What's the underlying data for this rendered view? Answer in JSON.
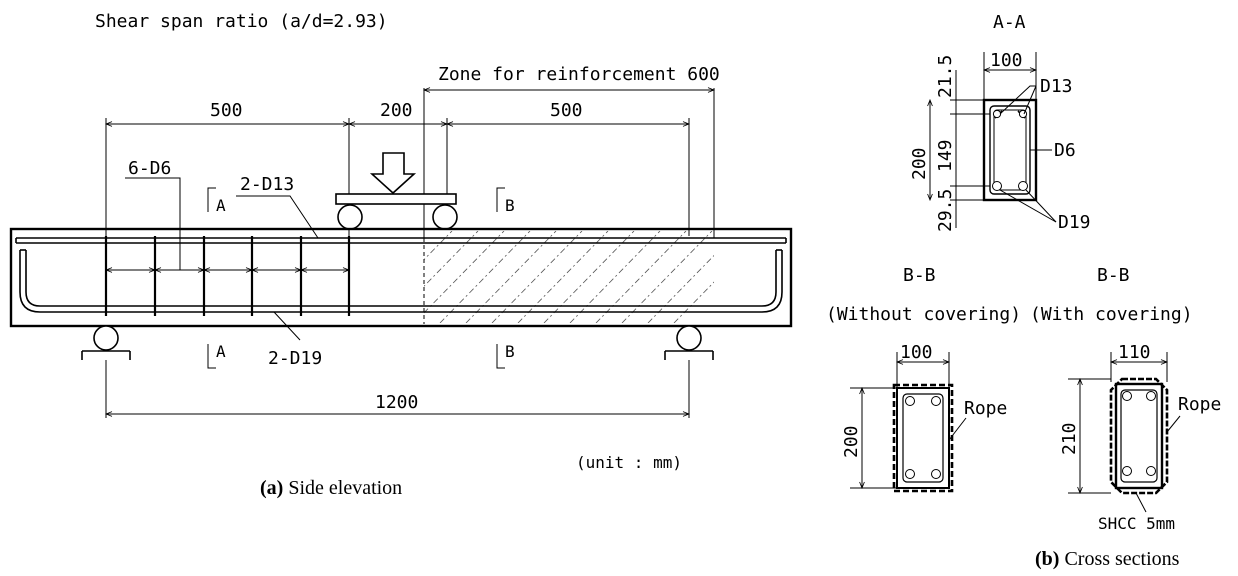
{
  "elevation": {
    "title": "Shear span ratio (a/d=2.93)",
    "zone_label": "Zone for reinforcement 600",
    "dim_500_left": "500",
    "dim_200": "200",
    "dim_500_right": "500",
    "dim_1200": "1200",
    "stirrup_label": "6-D6",
    "top_bar_label": "2-D13",
    "bottom_bar_label": "2-D19",
    "section_a_top": "A",
    "section_a_bottom": "A",
    "section_b_top": "B",
    "section_b_bottom": "B",
    "unit": "(unit : mm)",
    "caption_bold": "(a)",
    "caption_text": " Side elevation"
  },
  "section_aa": {
    "title": "A-A",
    "width": "100",
    "height": "200",
    "dim_top": "21.5",
    "dim_mid": "149",
    "dim_bot": "29.5",
    "top_bar": "D13",
    "stirrup": "D6",
    "bottom_bar": "D19"
  },
  "section_bb_without": {
    "title": "B-B",
    "subtitle": "(Without covering)",
    "width": "100",
    "height": "200",
    "rope": "Rope"
  },
  "section_bb_with": {
    "title": "B-B",
    "subtitle": "(With covering)",
    "width": "110",
    "height": "210",
    "rope": "Rope",
    "shcc": "SHCC 5mm"
  },
  "cross_caption_bold": "(b)",
  "cross_caption_text": " Cross sections"
}
